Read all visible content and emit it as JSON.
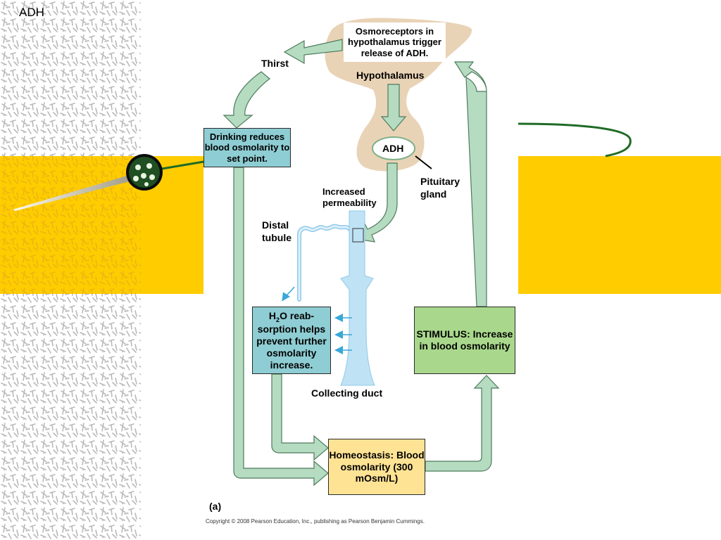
{
  "slide": {
    "title": "ADH"
  },
  "diagram": {
    "osmoreceptors_text": "Osmoreceptors in hypothalamus trigger release of ADH.",
    "hypothalamus_label": "Hypothalamus",
    "thirst_label": "Thirst",
    "drinking_box": "Drinking reduces blood osmolarity to set point.",
    "adh_label": "ADH",
    "pituitary_label_line1": "Pituitary",
    "pituitary_label_line2": "gland",
    "increased_line1": "Increased",
    "increased_line2": "permeability",
    "distal_line1": "Distal",
    "distal_line2": "tubule",
    "h2o_box": {
      "h": "H",
      "sub": "2",
      "rest_first_line": "O reab-",
      "rest": "sorption helps prevent further osmolarity increase."
    },
    "stimulus_box": "STIMULUS: Increase in blood osmolarity",
    "collecting_duct_label": "Collecting duct",
    "homeostasis_box": "Homeostasis: Blood osmolarity (300 mOsm/L)",
    "panel_label": "(a)",
    "copyright": "Copyright © 2008 Pearson Education, Inc., publishing as Pearson Benjamin Cummings."
  },
  "colors": {
    "band_yellow": "#FFCC00",
    "arrow_green": "#B5DCC0",
    "arrow_outline": "#4E7A5C",
    "teal_box": "#8ECDD3",
    "green_box": "#A9D88C",
    "yellow_box": "#FFE394",
    "brain_tan": "#E9D3B6",
    "duct_blue": "#BFE3F5",
    "cell_dark_green": "#1F4F22"
  }
}
